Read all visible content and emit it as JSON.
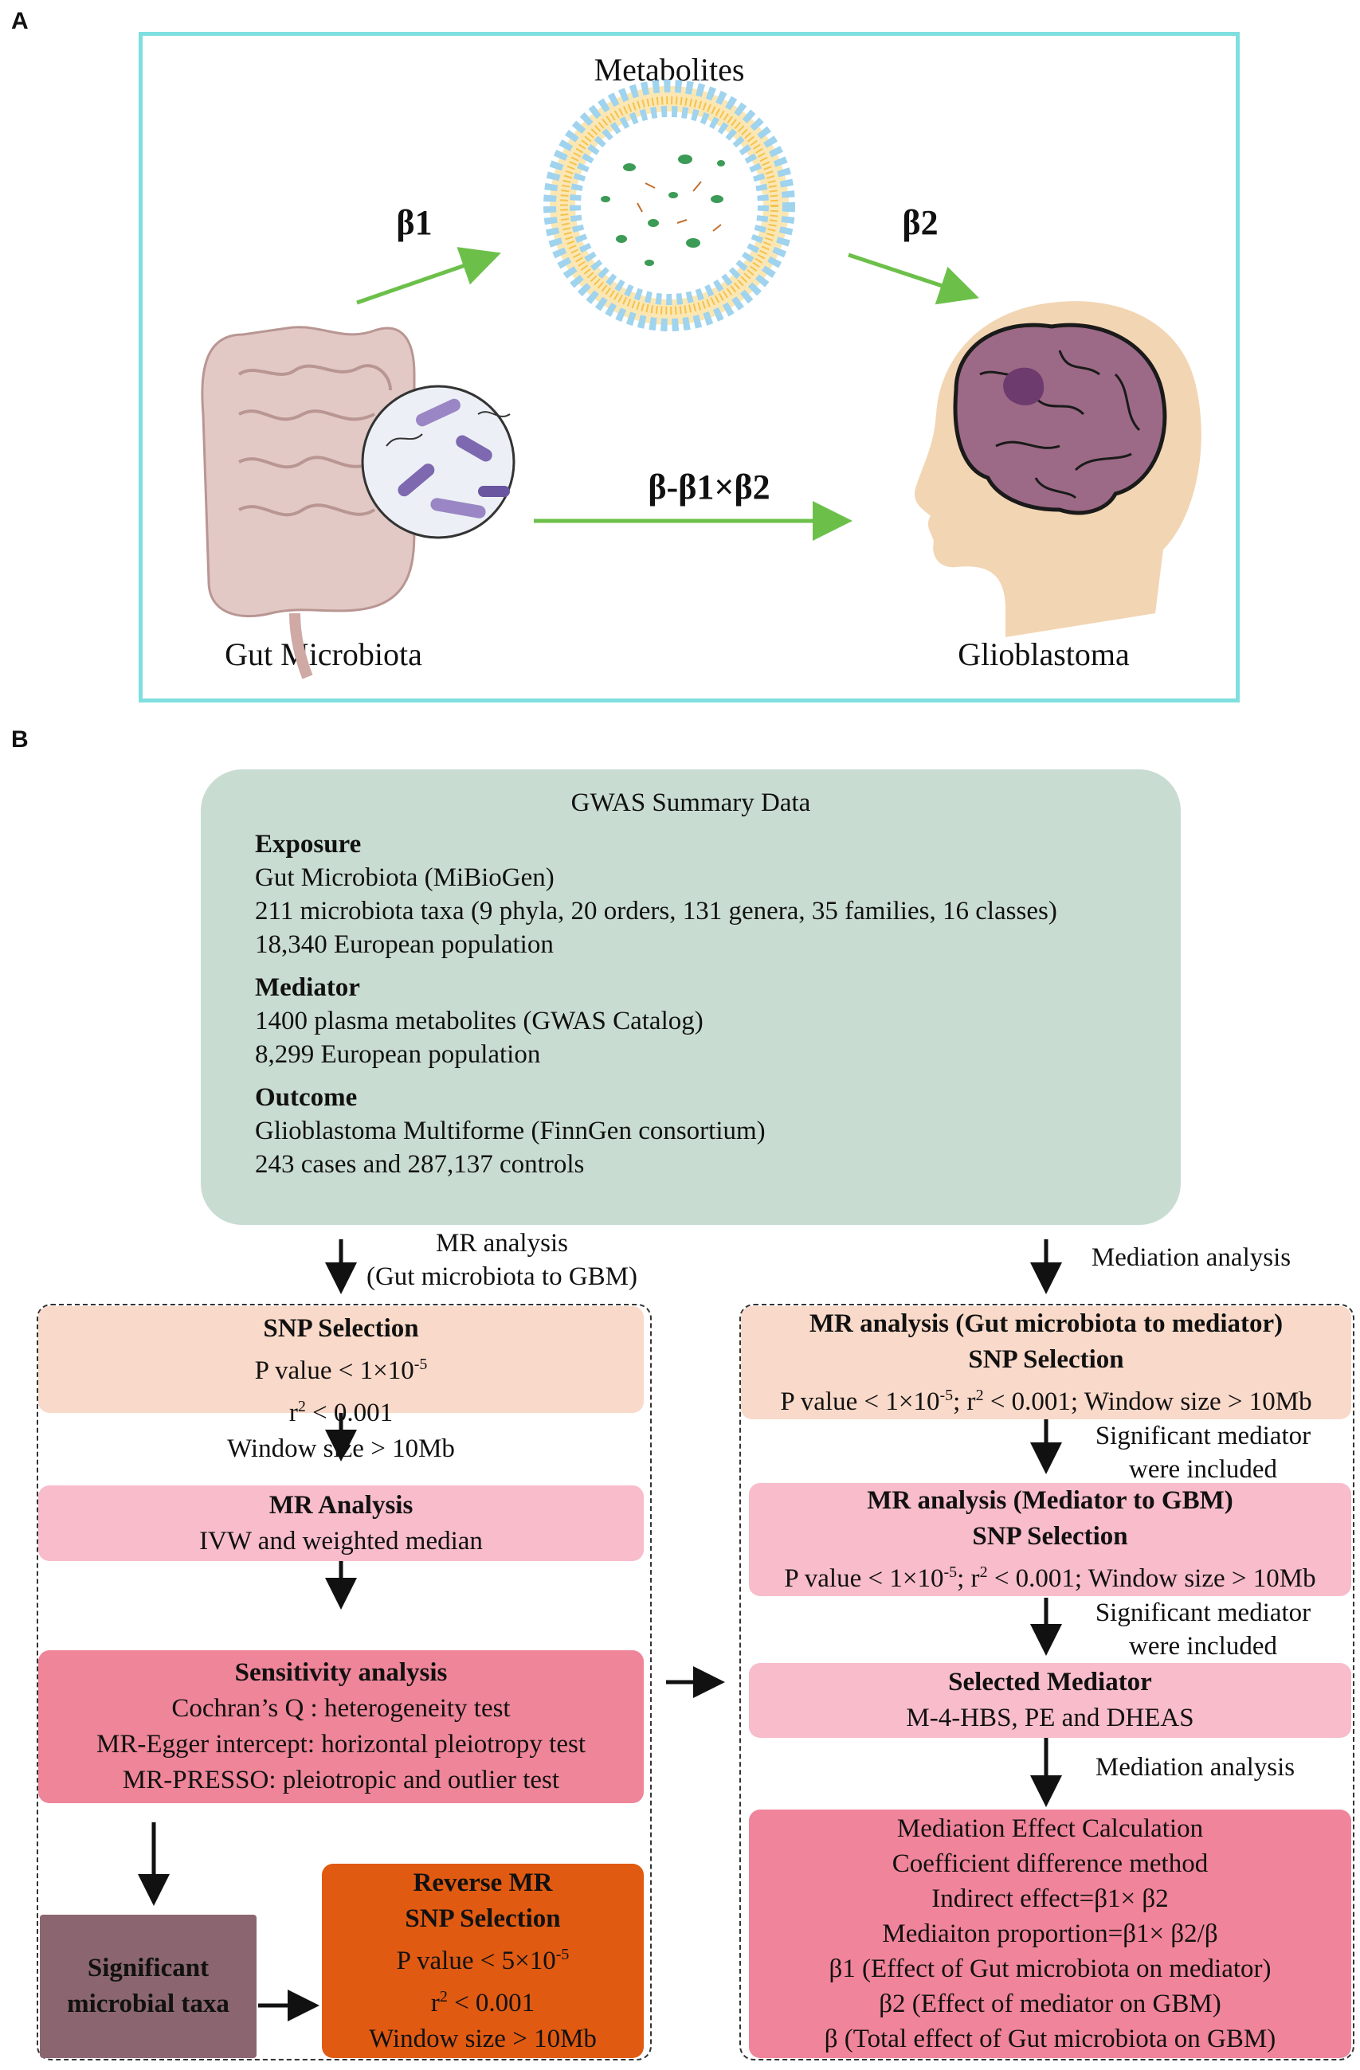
{
  "panel_a": {
    "letter": "A",
    "metabolites_label": "Metabolites",
    "gut_label": "Gut Microbiota",
    "gbm_label": "Glioblastoma",
    "beta1": "β1",
    "beta2": "β2",
    "direct": "β-β1×β2",
    "colors": {
      "frame": "#7fdfe0",
      "arrow": "#6cc04a",
      "intestine": "#e2c9c6",
      "brain": "#9c6a86",
      "tumor": "#6e3b6e",
      "skin": "#f2d5b3"
    }
  },
  "panel_b": {
    "letter": "B",
    "gwas": {
      "title": "GWAS Summary Data",
      "exposure_head": "Exposure",
      "exposure_lines": [
        "Gut Microbiota (MiBioGen)",
        "211 microbiota taxa (9 phyla, 20 orders, 131 genera, 35 families, 16 classes)",
        "18,340 European population"
      ],
      "mediator_head": "Mediator",
      "mediator_lines": [
        "1400 plasma metabolites (GWAS Catalog)",
        "8,299 European population"
      ],
      "outcome_head": "Outcome",
      "outcome_lines": [
        "Glioblastoma Multiforme (FinnGen consortium)",
        "243 cases and 287,137 controls"
      ]
    },
    "left": {
      "arrow_label_1": "MR analysis",
      "arrow_label_2": "(Gut microbiota to GBM)",
      "snp": {
        "title": "SNP Selection",
        "p": "P value < 1×10",
        "p_exp": "-5",
        "r": "r",
        "r_sup": "2",
        "r_rest": " < 0.001",
        "window": "Window size > 10Mb"
      },
      "mr": {
        "title": "MR Analysis",
        "line": "IVW and weighted median"
      },
      "sens": {
        "title": "Sensitivity analysis",
        "lines": [
          "Cochran’s Q : heterogeneity test",
          "MR-Egger intercept:  horizontal pleiotropy test",
          "MR-PRESSO: pleiotropic and outlier test"
        ]
      },
      "sig": {
        "line1": "Significant",
        "line2": "microbial taxa"
      },
      "reverse": {
        "title1": "Reverse MR",
        "title2": "SNP Selection",
        "p": "P value < 5×10",
        "p_exp": "-5",
        "r": "r",
        "r_sup": "2",
        "r_rest": " < 0.001",
        "window": "Window size > 10Mb"
      }
    },
    "right": {
      "arrow_label": "Mediation analysis",
      "mr1": {
        "title1": "MR analysis (Gut microbiota to mediator)",
        "title2": "SNP Selection",
        "p": "P value < 1×10",
        "p_exp": "-5",
        "r_pre": "; r",
        "r_sup": "2",
        "rest": " < 0.001; Window size > 10Mb"
      },
      "note1": [
        "Significant mediator",
        "were included"
      ],
      "mr2": {
        "title1": "MR analysis (Mediator to GBM)",
        "title2": "SNP Selection",
        "p": "P value < 1×10",
        "p_exp": "-5",
        "r_pre": "; r",
        "r_sup": "2",
        "rest": " < 0.001; Window size > 10Mb"
      },
      "note2": [
        "Significant mediator",
        "were included"
      ],
      "selected": {
        "title": "Selected Mediator",
        "line": "M-4-HBS, PE and DHEAS"
      },
      "arrow_label_2": "Mediation analysis",
      "calc": {
        "lines": [
          "Mediation Effect Calculation",
          "Coefficient difference method",
          "Indirect effect=β1× β2",
          "Mediaiton proportion=β1× β2/β",
          "β1 (Effect of Gut microbiota on mediator)",
          "β2 (Effect of mediator on GBM)",
          "β (Total effect of Gut microbiota on GBM)"
        ]
      }
    },
    "colors": {
      "gwas": "#c9dcd1",
      "peach": "#f9d9c9",
      "pink_light": "#f8bccb",
      "pink_mid": "#ee8599",
      "pink_dark": "#f0849a",
      "mauve": "#8b6670",
      "orange": "#e05a12"
    }
  }
}
